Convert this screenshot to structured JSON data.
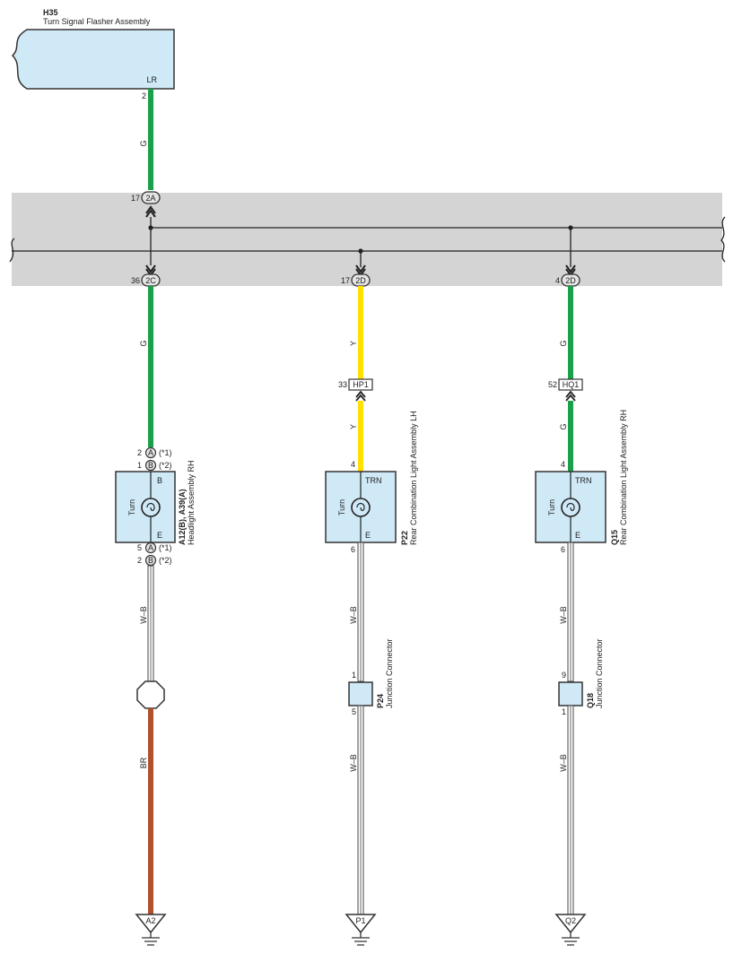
{
  "flasher": {
    "code": "H35",
    "name": "Turn Signal Flasher Assembly",
    "terminal": "LR",
    "pin": "2"
  },
  "junction_block": {
    "top_connector": {
      "pin": "17",
      "id": "2A"
    },
    "bottom_connectors": [
      {
        "pin": "36",
        "id": "2C"
      },
      {
        "pin": "17",
        "id": "2D"
      },
      {
        "pin": "4",
        "id": "2D"
      }
    ]
  },
  "wires": {
    "top": "G",
    "col1_upper": "G",
    "col1_lower": "W–B",
    "col1_ground_wire": "BR",
    "col2_upper": "Y",
    "col2_mid": "Y",
    "col2_lower": "W–B",
    "col2_bottom": "W–B",
    "col3_upper": "G",
    "col3_mid": "G",
    "col3_lower": "W–B",
    "col3_bottom": "W–B"
  },
  "inline_connectors": [
    {
      "pin": "33",
      "id": "HP1"
    },
    {
      "pin": "52",
      "id": "HQ1"
    }
  ],
  "headlight": {
    "code": "A12(B), A39(A)",
    "name": "Headlight Assembly RH",
    "lamp_label": "Turn",
    "terminal_top": "B",
    "terminal_bottom": "E",
    "pins_top": [
      {
        "pin": "2",
        "conn": "A",
        "note": "(*1)"
      },
      {
        "pin": "1",
        "conn": "B",
        "note": "(*2)"
      }
    ],
    "pins_bottom": [
      {
        "pin": "5",
        "conn": "A",
        "note": "(*1)"
      },
      {
        "pin": "2",
        "conn": "B",
        "note": "(*2)"
      }
    ]
  },
  "rear_lh": {
    "code": "P22",
    "name": "Rear Combination Light Assembly LH",
    "lamp_label": "Turn",
    "terminal_top": "TRN",
    "terminal_bottom": "E",
    "pin_top": "4",
    "pin_bottom": "6"
  },
  "rear_rh": {
    "code": "Q15",
    "name": "Rear Combination Light Assembly RH",
    "lamp_label": "Turn",
    "terminal_top": "TRN",
    "terminal_bottom": "E",
    "pin_top": "4",
    "pin_bottom": "6"
  },
  "junction_p24": {
    "code": "P24",
    "name": "Junction Connector",
    "pin_top": "1",
    "pin_bottom": "5"
  },
  "junction_q18": {
    "code": "Q18",
    "name": "Junction Connector",
    "pin_top": "9",
    "pin_bottom": "1"
  },
  "grounds": [
    "A2",
    "P1",
    "Q2"
  ],
  "colors": {
    "component_fill": "#cfe9f6",
    "junction_band": "#d4d4d4",
    "wire_green": "#1aa04b",
    "wire_yellow": "#ffe000",
    "wire_brown": "#b0502e"
  }
}
